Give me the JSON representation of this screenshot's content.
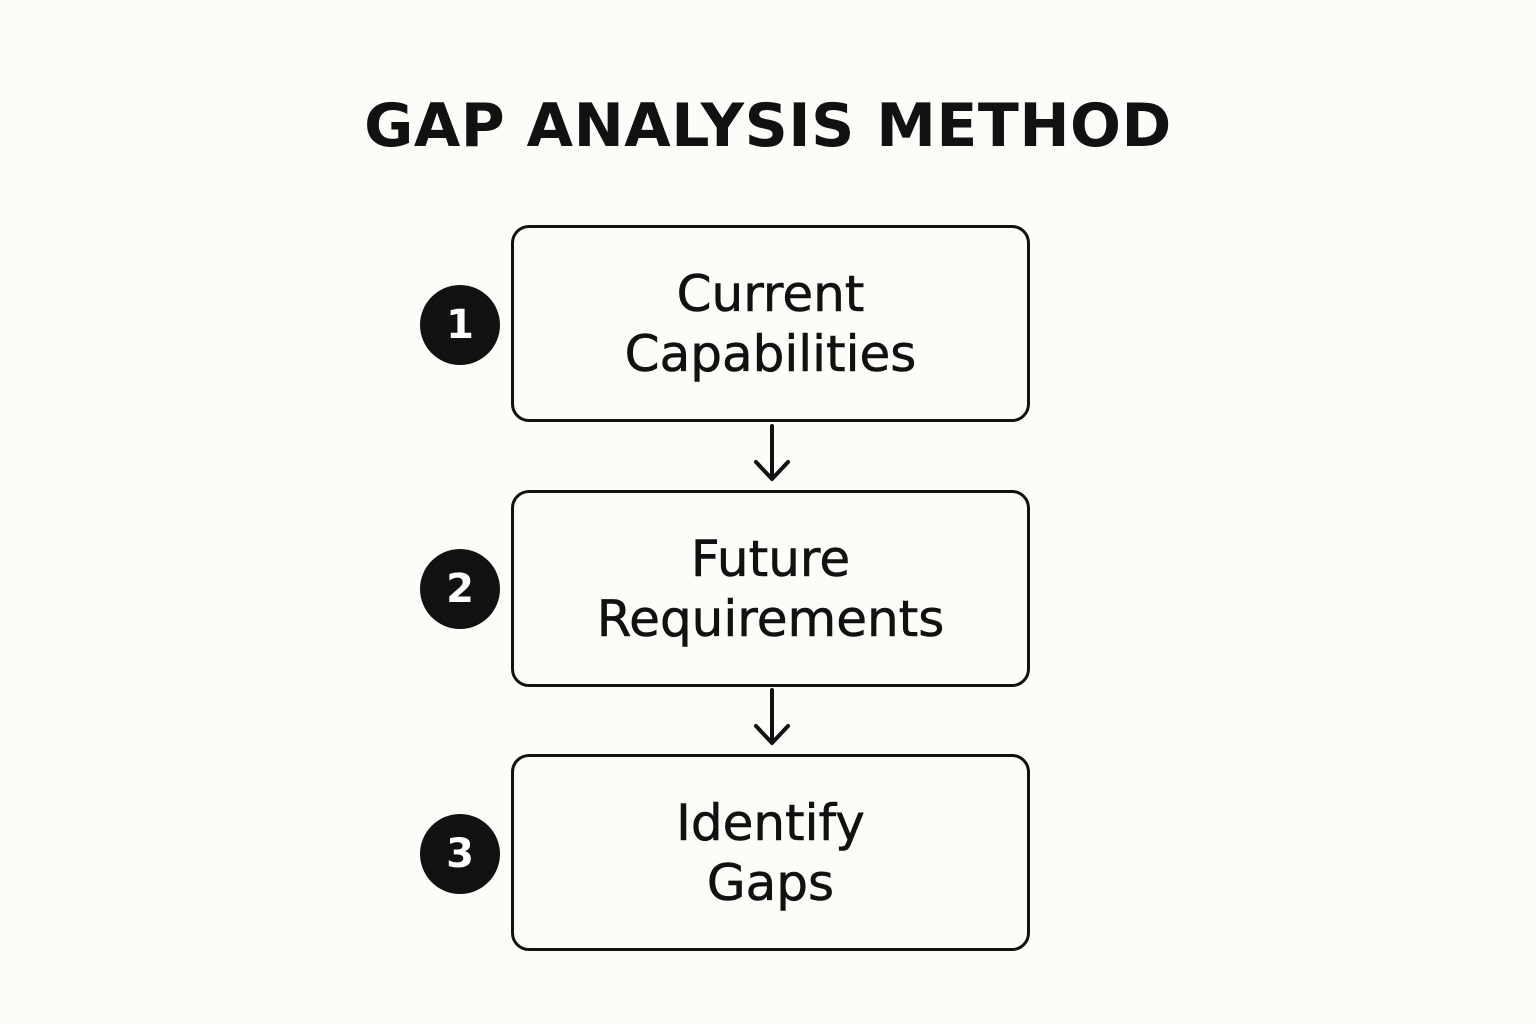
{
  "diagram": {
    "title": "GAP ANALYSIS METHOD",
    "steps": [
      {
        "number": "1",
        "label_line1": "Current",
        "label_line2": "Capabilities"
      },
      {
        "number": "2",
        "label_line1": "Future",
        "label_line2": "Requirements"
      },
      {
        "number": "3",
        "label_line1": "Identify",
        "label_line2": "Gaps"
      }
    ],
    "colors": {
      "background": "#fdfcf9",
      "stroke": "#111111",
      "badge_fill": "#111111",
      "badge_text": "#ffffff"
    }
  }
}
